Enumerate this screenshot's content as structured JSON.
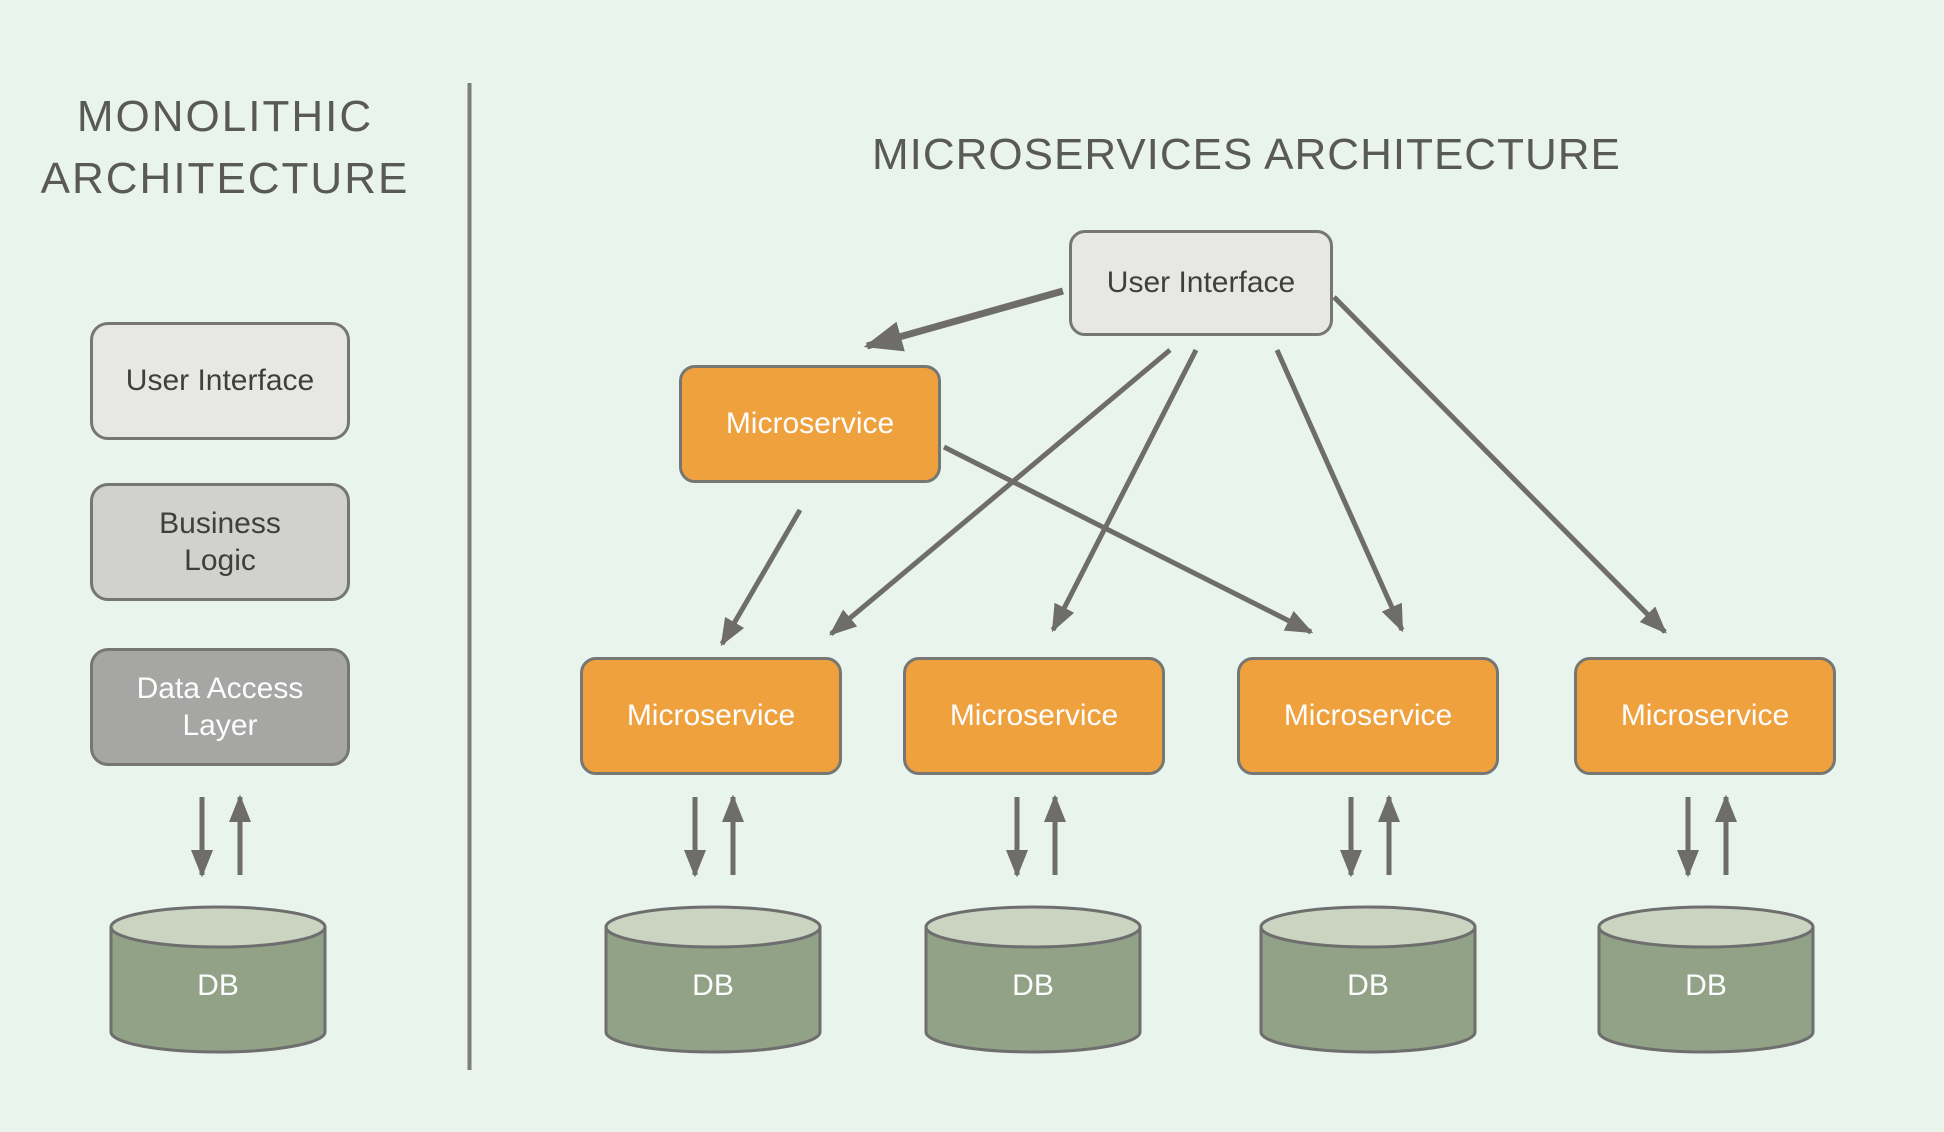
{
  "colors": {
    "bg": "#e9f4ec",
    "divider": "#7d7d7c",
    "arrow": "#6f6c6c",
    "title-text": "#595957",
    "box-border": "#767674",
    "dark-text": "#3f3f3e",
    "light-text": "#fdfdfd",
    "ui-fill": "#e7e7e6",
    "business-fill": "#d1d1d0",
    "data-access-fill": "#a6a6a5",
    "orange-fill": "#efa13e",
    "db-body": "#92a287",
    "db-top": "#cad4c0",
    "db-border": "#6e6e6e"
  },
  "monolith": {
    "title": "MONOLITHIC\nARCHITECTURE",
    "layers": [
      {
        "label": "User Interface"
      },
      {
        "label": "Business Logic"
      },
      {
        "label": "Data Access Layer"
      }
    ],
    "db_label": "DB"
  },
  "microservices": {
    "title": "MICROSERVICES ARCHITECTURE",
    "ui_label": "User Interface",
    "hub_label": "Microservice",
    "row": [
      {
        "label": "Microservice",
        "db_label": "DB"
      },
      {
        "label": "Microservice",
        "db_label": "DB"
      },
      {
        "label": "Microservice",
        "db_label": "DB"
      },
      {
        "label": "Microservice",
        "db_label": "DB"
      }
    ]
  }
}
